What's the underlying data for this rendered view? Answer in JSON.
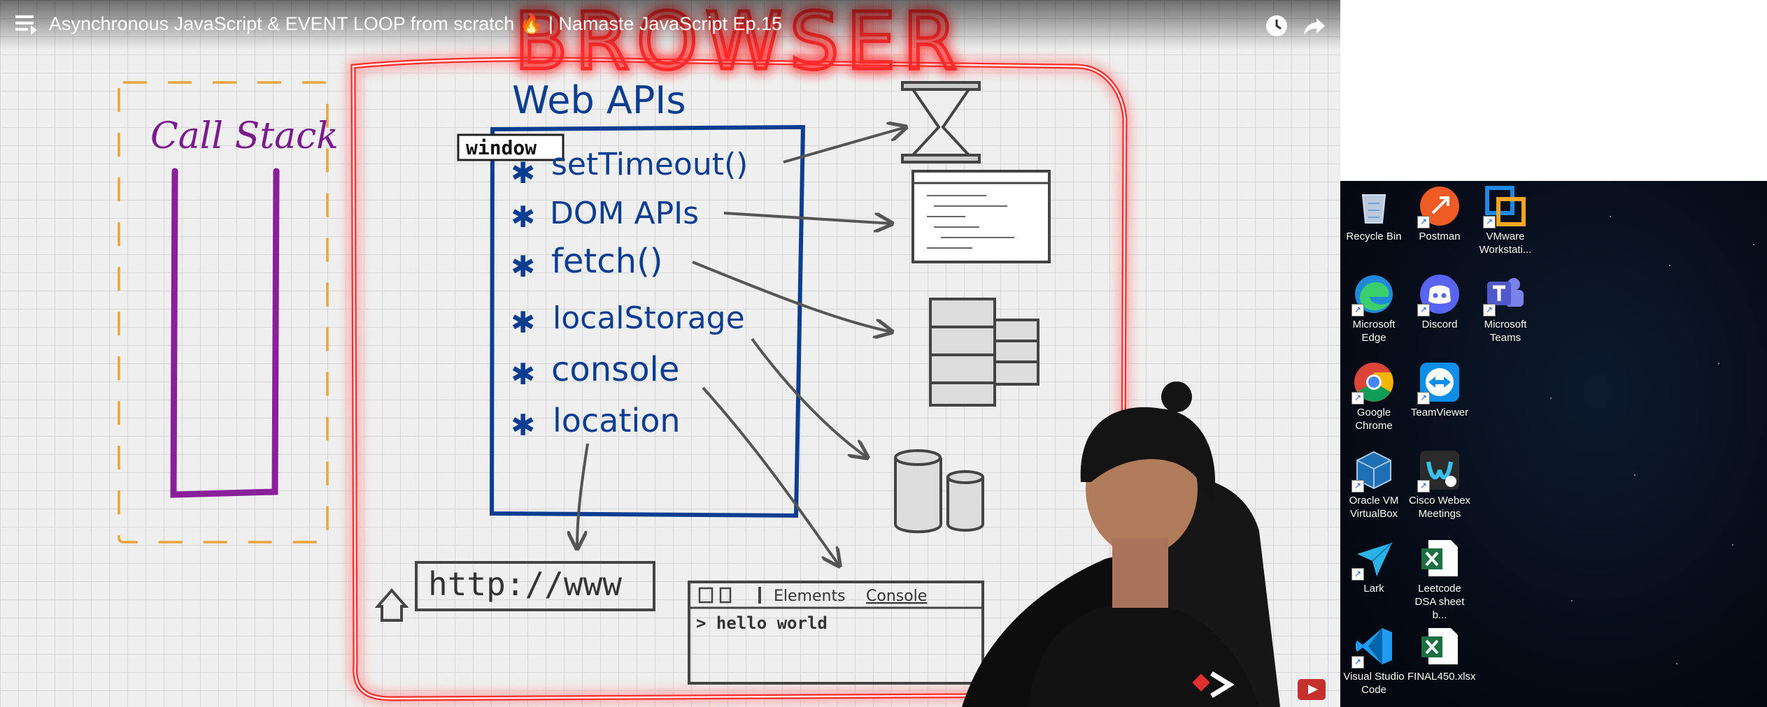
{
  "video": {
    "title": "Asynchronous JavaScript & EVENT LOOP from scratch 🔥 | Namaste JavaScript Ep.15",
    "menu_icon": "playlist-menu-icon",
    "watch_later_icon": "clock-icon",
    "share_icon": "share-arrow-icon"
  },
  "whiteboard": {
    "browser_label": "BROWSER",
    "call_stack_label": "Call Stack",
    "web_apis_label": "Web APIs",
    "window_label": "window",
    "api_items": [
      "setTimeout()",
      "DOM APIs",
      "fetch()",
      "localStorage",
      "console",
      "location"
    ],
    "url_text": "http://www",
    "devtools_tabs": [
      "Elements",
      "Console"
    ],
    "console_output": "> hello world",
    "colors": {
      "browser": "#e81010",
      "webapis": "#0b3d91",
      "callstack": "#7a1a8c",
      "dash": "#e8a33a"
    }
  },
  "desktop": {
    "icons": [
      {
        "label": "Recycle Bin",
        "icon": "recycle-bin-icon"
      },
      {
        "label": "Postman",
        "icon": "postman-icon"
      },
      {
        "label": "VMware Workstati...",
        "icon": "vmware-icon"
      },
      {
        "label": "Microsoft Edge",
        "icon": "edge-icon"
      },
      {
        "label": "Discord",
        "icon": "discord-icon"
      },
      {
        "label": "Microsoft Teams",
        "icon": "teams-icon"
      },
      {
        "label": "Google Chrome",
        "icon": "chrome-icon"
      },
      {
        "label": "TeamViewer",
        "icon": "teamviewer-icon"
      },
      {
        "label": "Oracle VM VirtualBox",
        "icon": "virtualbox-icon"
      },
      {
        "label": "Cisco Webex Meetings",
        "icon": "webex-icon"
      },
      {
        "label": "Lark",
        "icon": "lark-icon"
      },
      {
        "label": "Leetcode DSA sheet b...",
        "icon": "excel-icon"
      },
      {
        "label": "Visual Studio Code",
        "icon": "vscode-icon"
      },
      {
        "label": "FINAL450.xlsx",
        "icon": "excel-icon"
      }
    ]
  }
}
